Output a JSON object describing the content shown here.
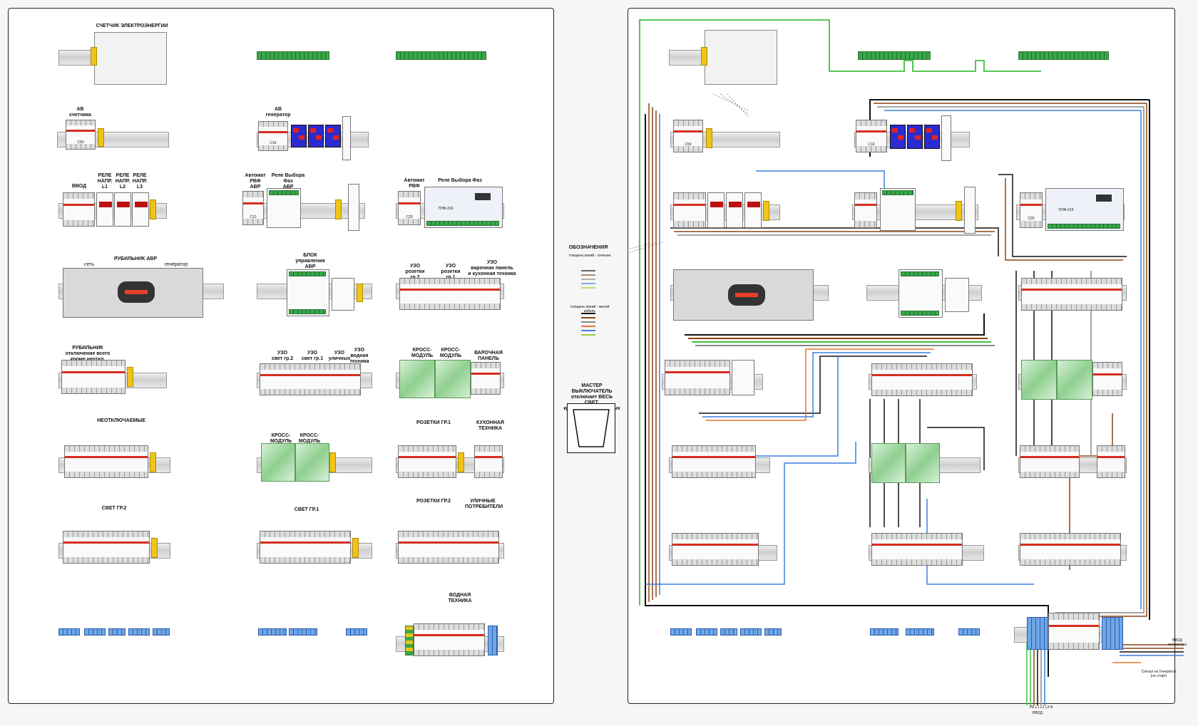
{
  "left": {
    "meter_title": "СЧЕТЧИК ЭЛЕКТРОЭНЕРГИИ",
    "av_meter": "АВ\nсчетчика",
    "av_gen": "АВ\nгенератор",
    "vvod": "ВВОД",
    "rele_l1": "РЕЛЕ\nНАПР.\nL1",
    "rele_l2": "РЕЛЕ\nНАПР.\nL2",
    "rele_l3": "РЕЛЕ\nНАПР.\nL3",
    "avt_rvf_avr": "Автомат\nРВФ\nАВР",
    "rele_vybora_avr": "Реле Выбора Фаз\nАВР",
    "avt_rvf": "Автомат\nРВФ",
    "rele_vybora": "Реле Выбора Фаз",
    "rubilnik_avr": "РУБИЛЬНИК АВР",
    "set": "сеть",
    "generator": "генератор",
    "blok_avr": "БЛОК\nуправления\nАВР",
    "uzo_roz2": "УЗО\nрозетки гр.2",
    "uzo_roz1": "УЗО\nрозетки гр.1",
    "uzo_kitchen": "УЗО\nварочная панель\nи кухонная техника",
    "rubilnik_all": "РУБИЛЬНИК\nотключение всего\nкроме неоткл.",
    "uzo_svet2": "УЗО\nсвет гр.2",
    "uzo_svet1": "УЗО\nсвет гр.1",
    "uzo_street": "УЗО\nуличных",
    "uzo_water": "УЗО\nводная\nтехника",
    "cross_module": "КРОСС-\nМОДУЛЬ",
    "varochnaya": "ВАРОЧНАЯ ПАНЕЛЬ",
    "neotkl": "НЕОТКЛЮЧАЕМЫЕ",
    "rozetki1": "РОЗЕТКИ ГР.1",
    "kuhonnaya": "КУХОННАЯ\nТЕХНИКА",
    "svet2": "СВЕТ ГР.2",
    "svet1": "СВЕТ ГР.1",
    "rozetki2": "РОЗЕТКИ ГР.2",
    "street_cons": "УЛИЧНЫЕ\nПОТРЕБИТЕЛИ",
    "vodnaya": "ВОДНАЯ\nТЕХНИКА",
    "pef": "ПЭФ-319",
    "c50": "C50",
    "c16": "C16",
    "c10": "C10",
    "c20": "C20"
  },
  "legend": {
    "title": "ОБОЗНАЧЕНИЯ",
    "line1": "толщина линий - сечение",
    "line2": "толщина линий - жилой кабель"
  },
  "master": {
    "title": "МАСТЕР ВЫКЛЮЧАТЕЛЬ\nотключает ВЕСЬ СВЕТ,\nкроме неотключаемых"
  },
  "right": {
    "vvod": "ВВОД",
    "phases": "PE L1  L2  L3   N",
    "vvod_gen": "ВВОД\nгенератора",
    "signal_gen": "Сигнал на Генератор\n(на старт)",
    "c50": "C50",
    "c16": "C16",
    "c20": "C20",
    "pef": "ПЭФ-319"
  },
  "wire_colors": {
    "green": "#3fc13f",
    "blue": "#3a7ee0",
    "brown": "#8b4513",
    "black": "#111111",
    "gray": "#888888",
    "orange": "#e8742a",
    "yellow_green": "#9acd32"
  }
}
